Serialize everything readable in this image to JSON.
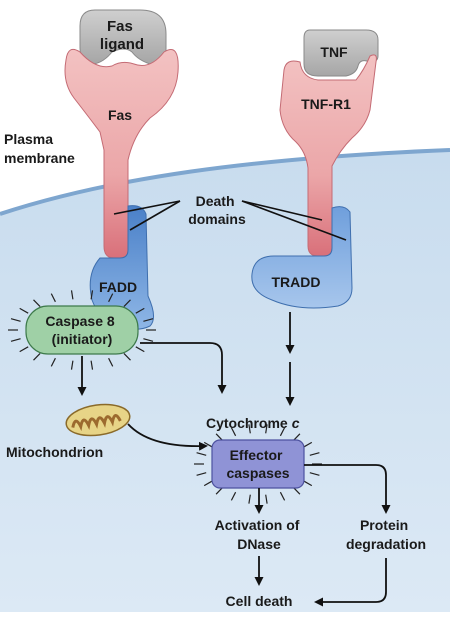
{
  "labels": {
    "fas_ligand": [
      "Fas",
      "ligand"
    ],
    "fas": "Fas",
    "tnf": "TNF",
    "tnf_r1": "TNF-R1",
    "plasma_membrane": [
      "Plasma",
      "membrane"
    ],
    "death_domains": [
      "Death",
      "domains"
    ],
    "fadd": "FADD",
    "tradd": "TRADD",
    "caspase8": [
      "Caspase 8",
      "(initiator)"
    ],
    "mitochondrion": "Mitochondrion",
    "cytochrome": "Cytochrome",
    "cytochrome_italic": "c",
    "effector": [
      "Effector",
      "caspases"
    ],
    "activation": [
      "Activation of",
      "DNase"
    ],
    "protein_degradation": [
      "Protein",
      "degradation"
    ],
    "cell_death": "Cell death"
  },
  "colors": {
    "cytoplasm": "#d6e7f4",
    "membrane": "#7ea6cf",
    "receptor_pink": "#f0b4b4",
    "receptor_red": "#d9707a",
    "adaptor_blue": "#5b8fd0",
    "ligand_gray": "#bdbdbd",
    "caspase8_green": "#9fd0a6",
    "effector_purple": "#8f93d6",
    "mito_yellow": "#e7d487",
    "mito_brown": "#9c6a2e"
  }
}
